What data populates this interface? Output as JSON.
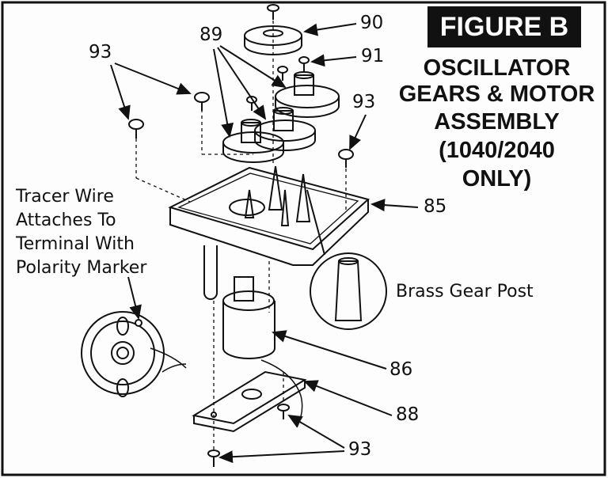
{
  "figure": {
    "title": "FIGURE B",
    "subtitle_lines": [
      "OSCILLATOR",
      "GEARS & MOTOR",
      "ASSEMBLY",
      "(1040/2040",
      "ONLY)"
    ]
  },
  "callouts": {
    "gear_top": "90",
    "gears": "89",
    "screw_top": "91",
    "screws_upper_left": "93",
    "screw_upper_right": "93",
    "plate": "85",
    "motor": "86",
    "bracket": "88",
    "screws_bottom": "93"
  },
  "notes": {
    "tracer_wire_lines": [
      "Tracer Wire",
      "Attaches To",
      "Terminal With",
      "Polarity Marker"
    ],
    "brass_gear_post": "Brass Gear Post"
  }
}
